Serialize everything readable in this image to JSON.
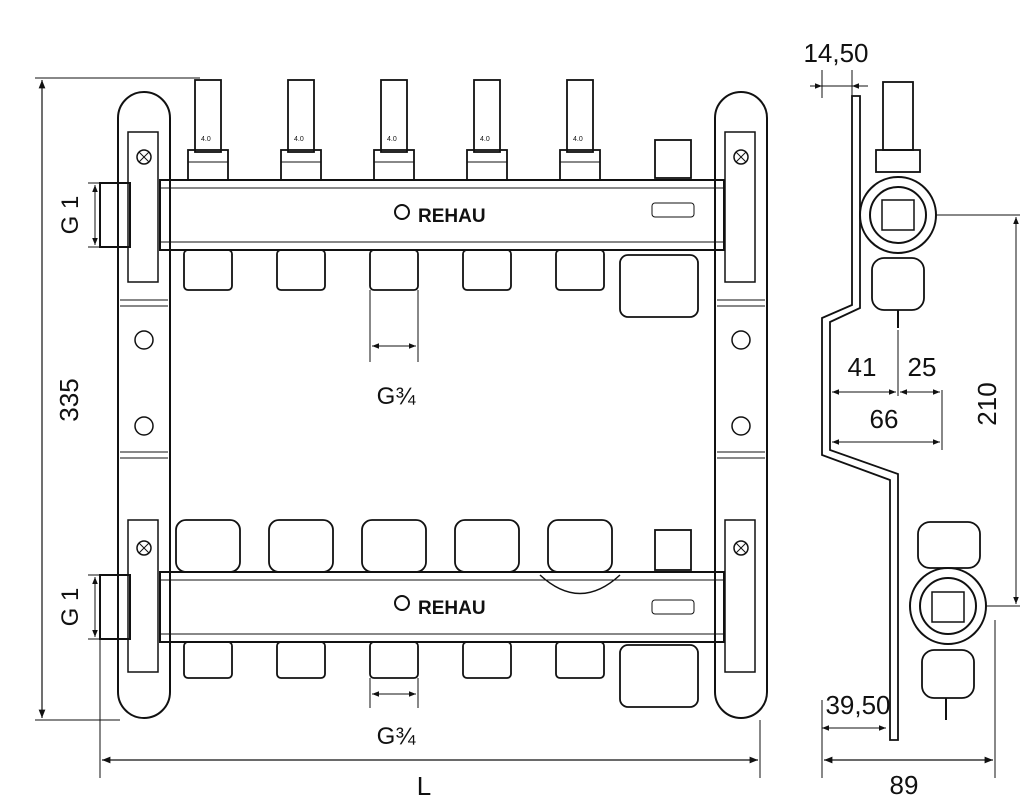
{
  "brand": "REHAU",
  "gauge_label": "4.0",
  "front_view": {
    "height_dim": "335",
    "thread_upper": "G 1",
    "thread_lower": "G 1",
    "outlet_upper": "G¾",
    "outlet_lower": "G¾",
    "length_dim": "L"
  },
  "side_view": {
    "top_offset": "14,50",
    "dim_41": "41",
    "dim_25": "25",
    "dim_66": "66",
    "dim_210": "210",
    "dim_39_50": "39,50",
    "depth_dim": "89"
  },
  "colors": {
    "line": "#111111",
    "background": "#ffffff"
  }
}
